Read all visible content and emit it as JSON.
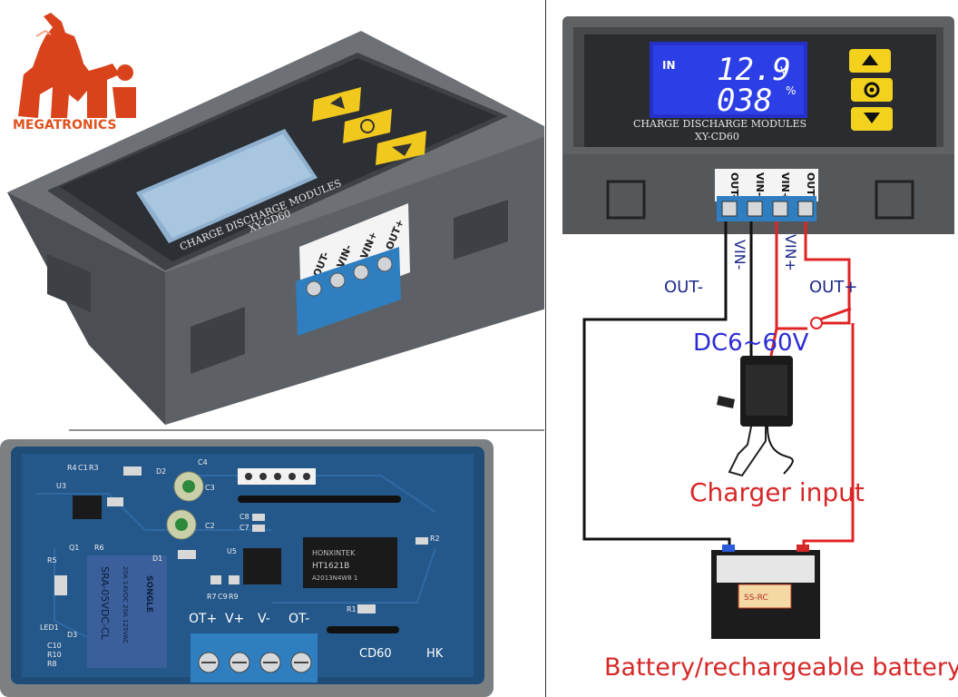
{
  "brand": {
    "name": "MEGATRONICS"
  },
  "module": {
    "title": "CHARGE DISCHARGE MODULES",
    "model": "XY-CD60",
    "display": {
      "mode": "IN",
      "voltage": "12.9",
      "voltage_unit": "V",
      "percent": "038",
      "percent_unit": "%"
    },
    "terminals": [
      "OUT-",
      "VIN-",
      "VIN+",
      "OUT+"
    ]
  },
  "pcb": {
    "terminals": [
      "OT+",
      "V+",
      "V-",
      "OT-"
    ],
    "board_name": "CD60",
    "board_vendor": "HK",
    "relay_text": "SRA-05VDC-CL",
    "relay_rating": "20A 14VDC 20A 125VAC",
    "relay_brand": "SONGLE",
    "chip_brand": "HONXINTEK",
    "chip_model": "HT1621B",
    "chip_code": "A2013N4W8 1",
    "components": [
      "R4",
      "C1",
      "R3",
      "U3",
      "D2",
      "C4",
      "C3",
      "C8",
      "C7",
      "C2",
      "U5",
      "R2",
      "Q1",
      "R6",
      "R5",
      "D1",
      "R7",
      "C9",
      "R9",
      "R1",
      "D3",
      "LED1",
      "C10",
      "R10",
      "R8"
    ]
  },
  "wiring": {
    "terminals": [
      "OUT-",
      "VIN-",
      "VIN+",
      "OUT+"
    ],
    "wire_labels": {
      "out_minus": "OUT-",
      "vin_minus": "VIN-",
      "vin_plus": "VIN+",
      "out_plus": "OUT+"
    },
    "supply_range": "DC6~60V",
    "charger_label": "Charger input",
    "battery_label": "Battery/rechargeable battery",
    "battery_sticker": "SS-RC",
    "colors": {
      "positive_wire": "#e02424",
      "negative_wire": "#111111",
      "supply_text": "#2b2bd4",
      "caption_red": "#d62828"
    }
  }
}
